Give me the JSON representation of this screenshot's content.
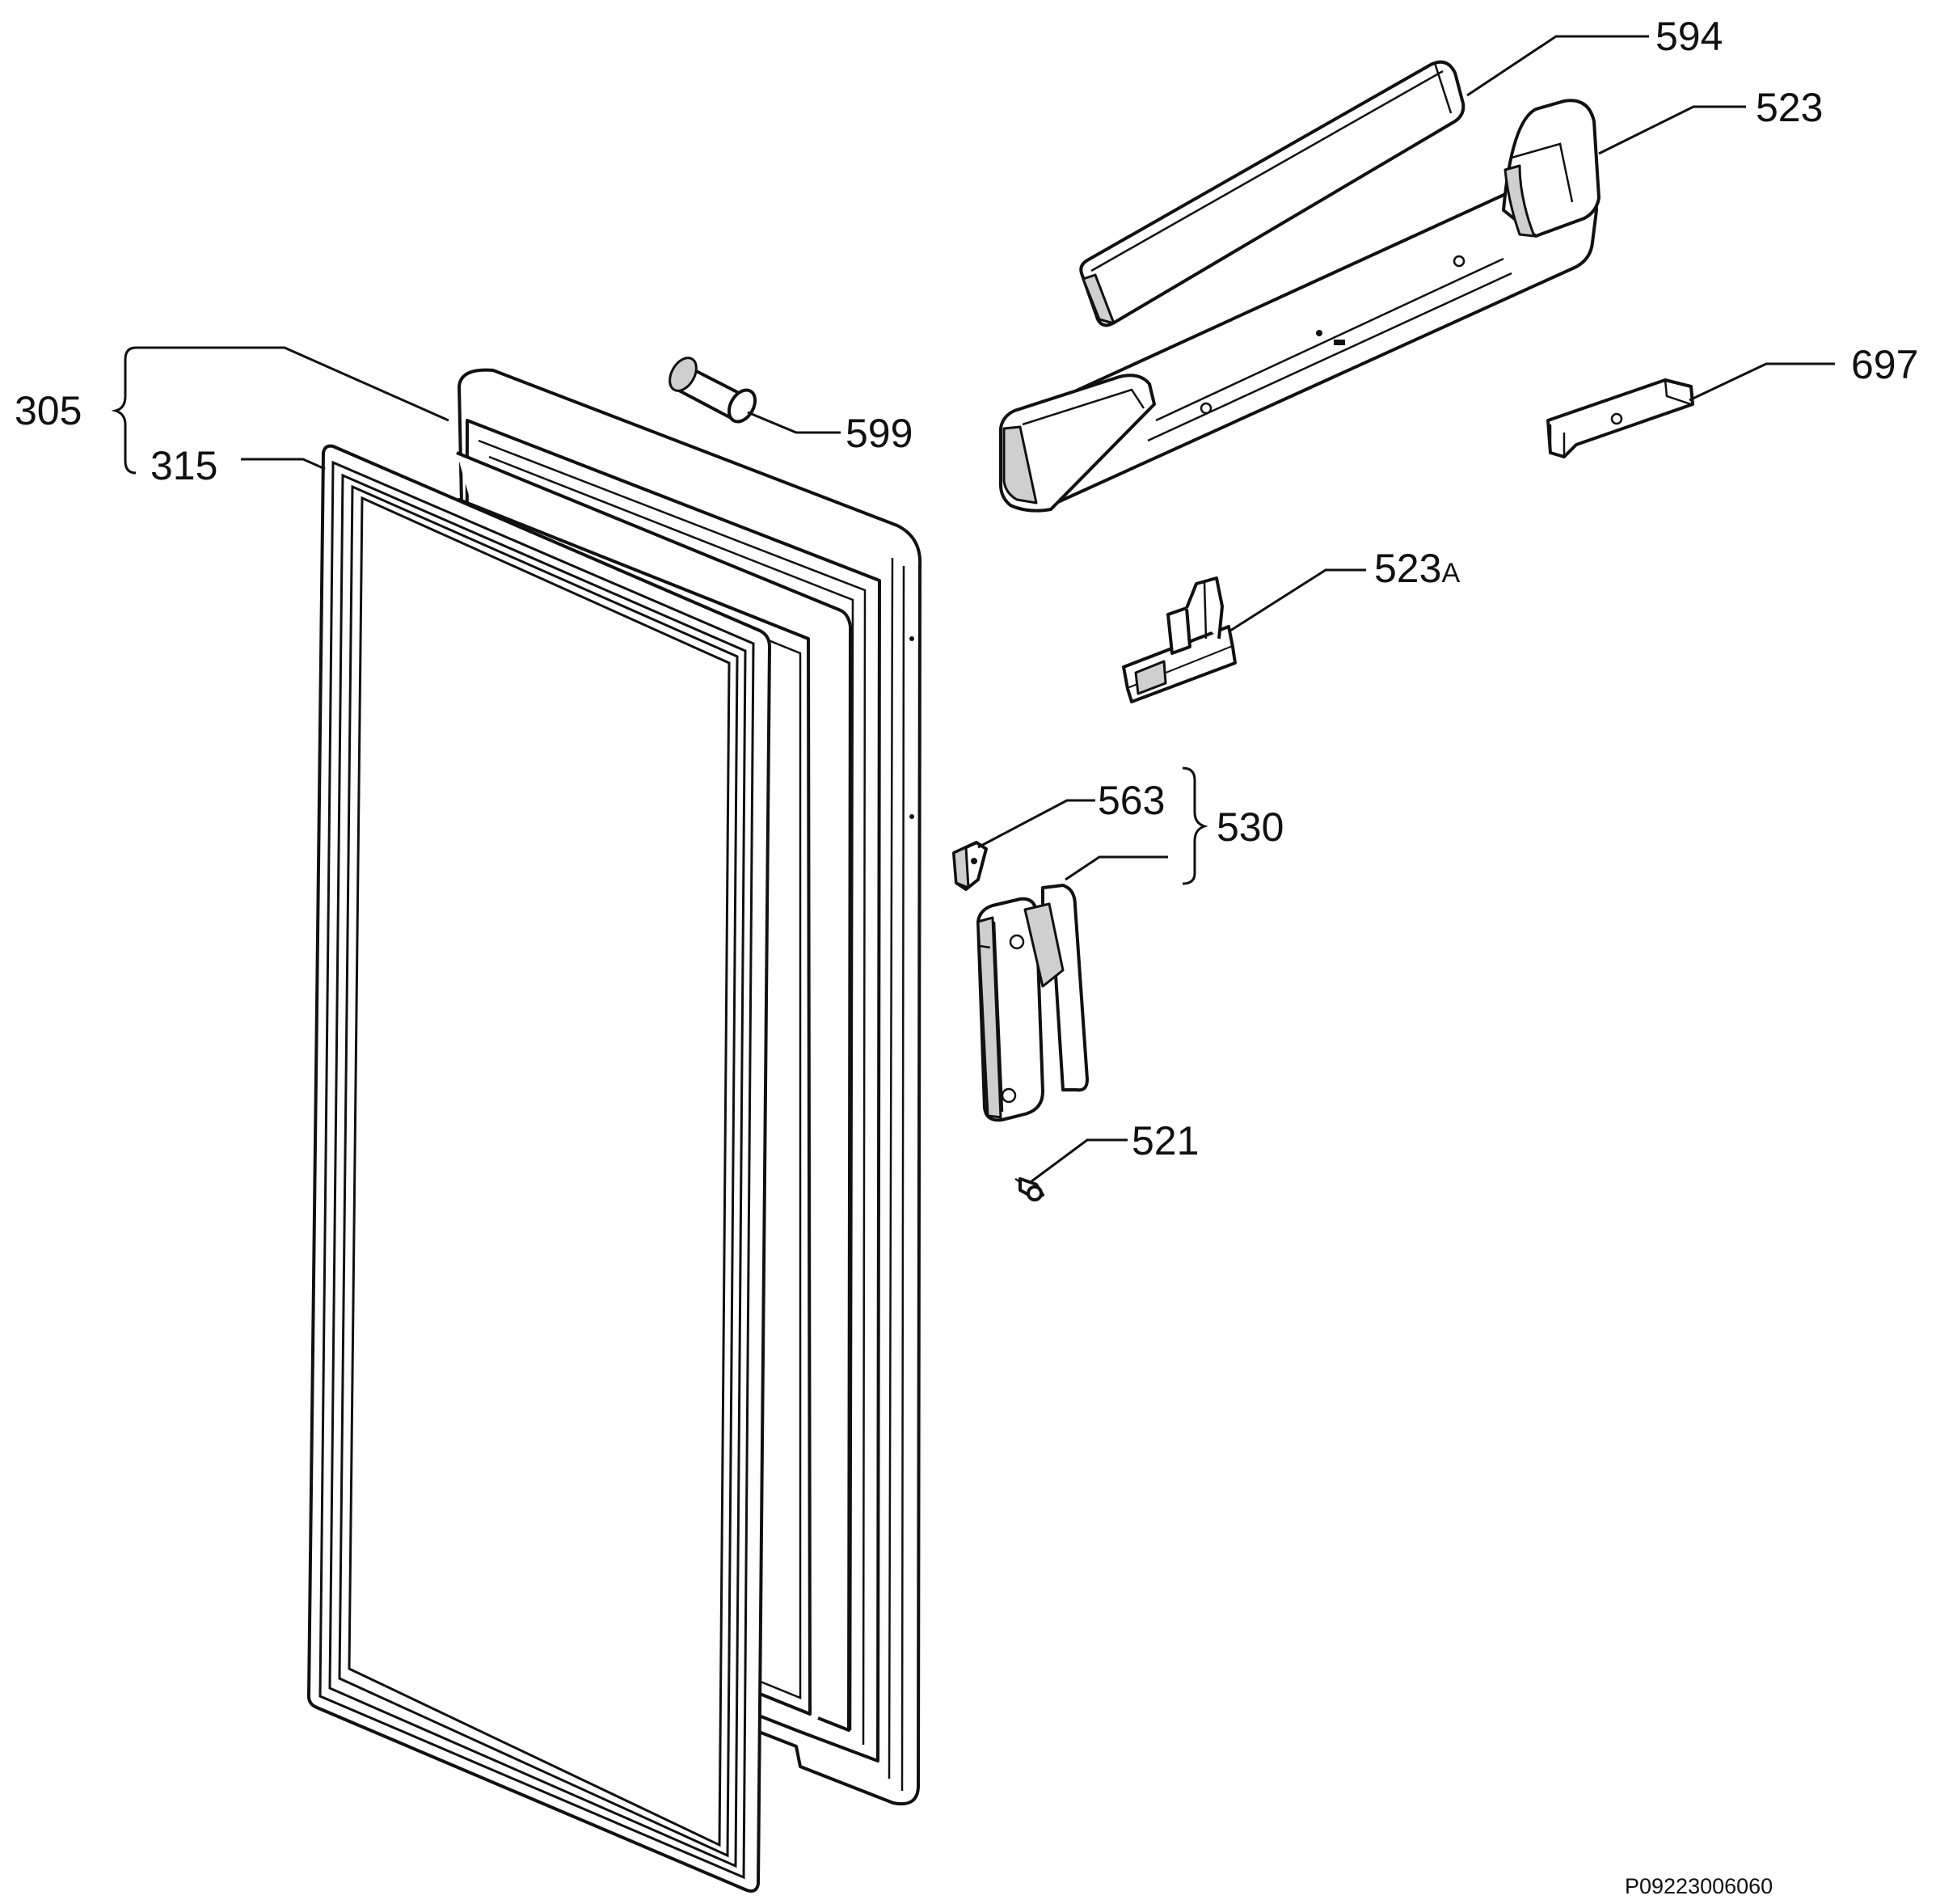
{
  "labels": {
    "p305": "305",
    "p315": "315",
    "p599": "599",
    "p594": "594",
    "p523": "523",
    "p697": "697",
    "p523a_num": "523",
    "p523a_suffix": "A",
    "p563": "563",
    "p530": "530",
    "p521": "521"
  },
  "diagram_code": "P09223006060"
}
